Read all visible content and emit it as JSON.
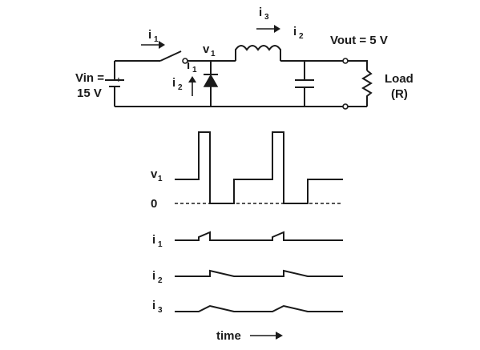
{
  "circuit": {
    "vin_label": "Vin =",
    "vin_value": "15 V",
    "battery_plus": "+",
    "current_i": "i",
    "sub_1": "1",
    "sub_2": "2",
    "sub_3": "3",
    "node_v": "v",
    "vout_label": "Vout = 5 V",
    "load_label": "Load",
    "load_r": "(R)"
  },
  "waveforms": {
    "v1_label": "v",
    "v1_sub": "1",
    "zero_label": "0",
    "i1_label": "i",
    "i1_sub": "1",
    "i2_label": "i",
    "i2_sub": "2",
    "i3_label": "i",
    "i3_sub": "3",
    "time_label": "time"
  },
  "colors": {
    "ink": "#1a1a1a",
    "background": "#ffffff"
  }
}
